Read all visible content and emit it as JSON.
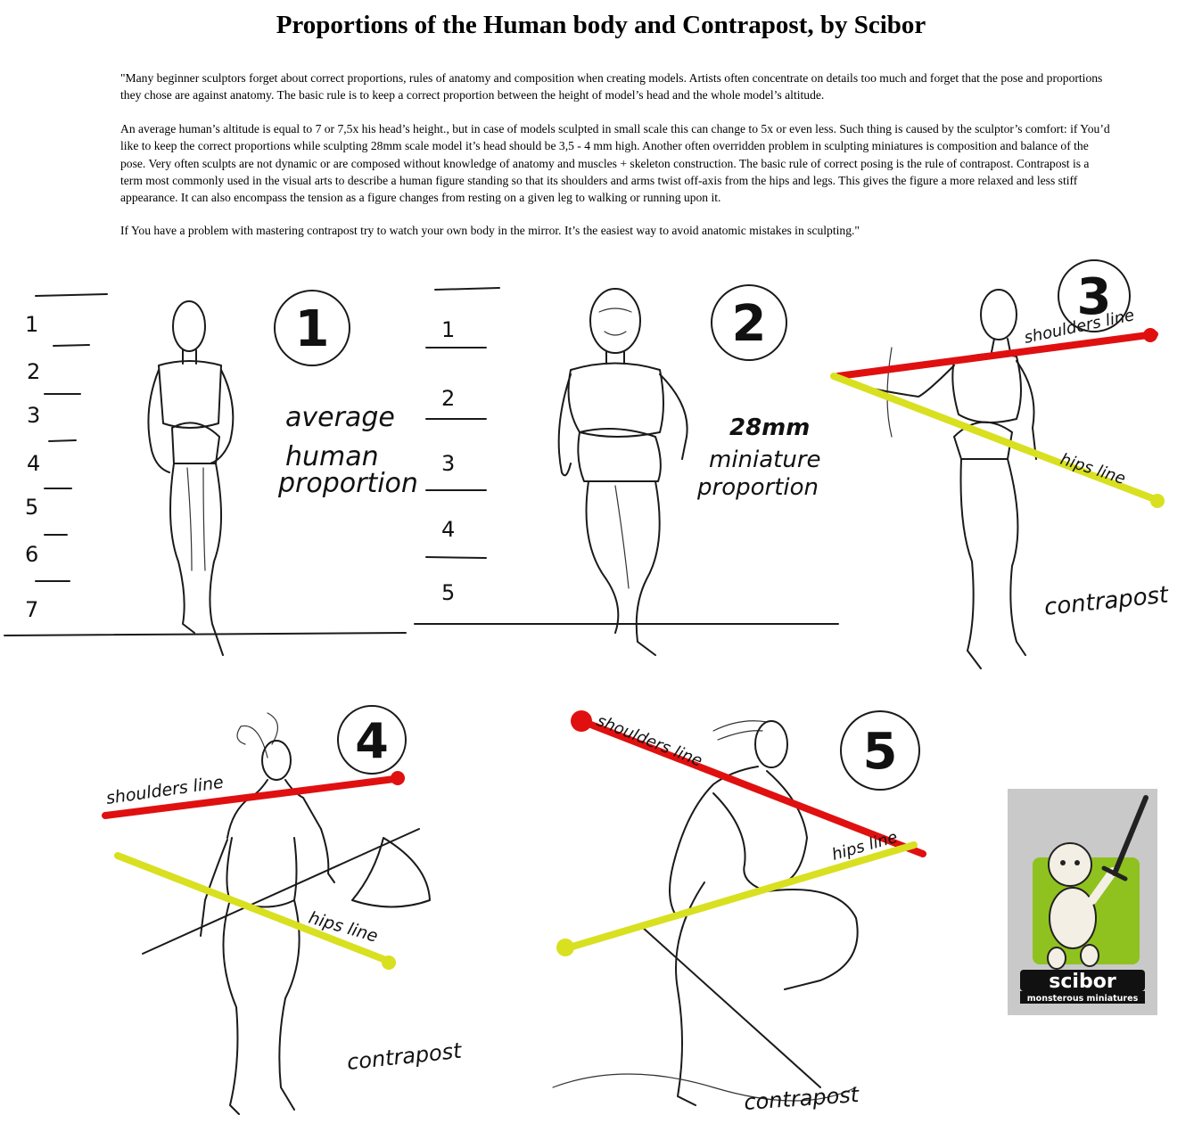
{
  "page": {
    "title": "Proportions of the Human body and Contrapost, by Scibor",
    "paragraphs": [
      "\"Many beginner sculptors forget about correct proportions, rules of anatomy and composition when creating models. Artists often concentrate on details too much and forget that the pose and proportions they chose are against anatomy. The basic rule is to keep a correct proportion between the height of model’s head and the whole model’s altitude.",
      "An average human’s altitude is equal to 7 or 7,5x his head’s height., but in case of models sculpted in small scale this can change to 5x or even less. Such thing is caused by the sculptor’s comfort: if You’d like to keep the correct proportions while sculpting 28mm scale model it’s head should be 3,5 - 4 mm high. Another often overridden problem in sculpting miniatures is composition and balance of the pose. Very often sculpts are not dynamic or are composed without knowledge of anatomy and muscles + skeleton construction. The basic rule of correct posing is the rule of contrapost. Contrapost is a term most commonly used in the visual arts to describe a human figure standing so that its shoulders and arms twist off-axis from the hips and legs. This gives the figure a more relaxed and less stiff appearance. It can also encompass the tension as a figure changes from resting on a given leg to walking or running upon it.",
      "If You have a problem with mastering contrapost try to watch your own body in the mirror. It’s the easiest way to avoid anatomic mistakes in sculpting.\""
    ]
  },
  "illustration": {
    "colors": {
      "shoulders_line": "#e01010",
      "hips_line": "#d8e020",
      "logo_panel": "#c9c9c9",
      "logo_green": "#8fc21e"
    },
    "panel1": {
      "number": "1",
      "scale": [
        "1",
        "2",
        "3",
        "4",
        "5",
        "6",
        "7"
      ],
      "caption": [
        "average",
        "human",
        "proportion"
      ]
    },
    "panel2": {
      "number": "2",
      "scale": [
        "1",
        "2",
        "3",
        "4",
        "5"
      ],
      "caption": [
        "28mm",
        "miniature",
        "proportion"
      ]
    },
    "panel3": {
      "number": "3",
      "shoulders_label": "shoulders line",
      "hips_label": "hips line",
      "caption": "contrapost"
    },
    "panel4": {
      "number": "4",
      "shoulders_label": "shoulders line",
      "hips_label": "hips line",
      "caption": "contrapost"
    },
    "panel5": {
      "number": "5",
      "shoulders_label": "shoulders line",
      "hips_label": "hips line",
      "caption": "contrapost"
    },
    "logo": {
      "name": "scibor",
      "tagline": "monsterous miniatures"
    }
  }
}
